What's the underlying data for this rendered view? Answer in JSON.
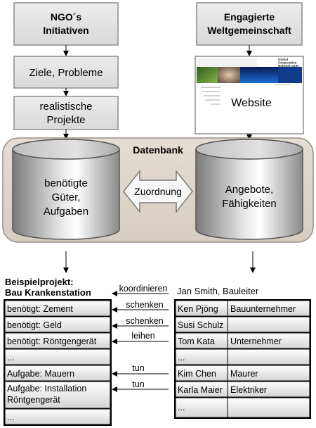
{
  "top_left": {
    "line1": "NGO´s",
    "line2": "Initiativen"
  },
  "top_right": {
    "line1": "Engagierte",
    "line2": "Weltgemeinschaft"
  },
  "left_steps": [
    {
      "lines": [
        "Ziele, Probleme"
      ]
    },
    {
      "lines": [
        "realistische",
        "Projekte"
      ]
    }
  ],
  "website": {
    "label": "Website",
    "thumb_heading": [
      "Global",
      "Cooperation",
      "Network GCN"
    ]
  },
  "database": {
    "title": "Datenbank",
    "left_cylinder": [
      "benötigte",
      "Güter,",
      "Aufgaben"
    ],
    "right_cylinder": [
      "Angebote,",
      "Fähigkeiten"
    ],
    "match_label": "Zuordnung"
  },
  "example": {
    "title_line1": "Beispielprojekt:",
    "title_line2": "Bau Krankenstation",
    "coordinator": "Jan Smith, Bauleiter",
    "left_rows": [
      {
        "lines": [
          "benötigt: Zement"
        ]
      },
      {
        "lines": [
          "benötigt: Geld"
        ]
      },
      {
        "lines": [
          "benötigt: Röntgengerät"
        ]
      },
      {
        "lines": [
          "..."
        ]
      },
      {
        "lines": [
          "Aufgabe: Mauern"
        ]
      },
      {
        "lines": [
          "Aufgabe: Installation",
          "Röntgengerät"
        ]
      },
      {
        "lines": [
          "..."
        ]
      }
    ],
    "right_rows": [
      {
        "name": "Ken Pjöng",
        "role": "Bauunternehmer"
      },
      {
        "name": "Susi Schulz",
        "role": ""
      },
      {
        "name": "Tom Kata",
        "role": "Unternehmer"
      },
      {
        "name": "...",
        "role": ""
      },
      {
        "name": "Kim Chen",
        "role": "Maurer"
      },
      {
        "name": "Karla Maier",
        "role": "Elektriker"
      },
      {
        "name": "...",
        "role": ""
      }
    ],
    "connections": [
      {
        "label": "koordinieren"
      },
      {
        "label": "schenken"
      },
      {
        "label": "schenken"
      },
      {
        "label": "leihen"
      },
      {
        "label": "tun"
      },
      {
        "label": "tun"
      }
    ]
  }
}
